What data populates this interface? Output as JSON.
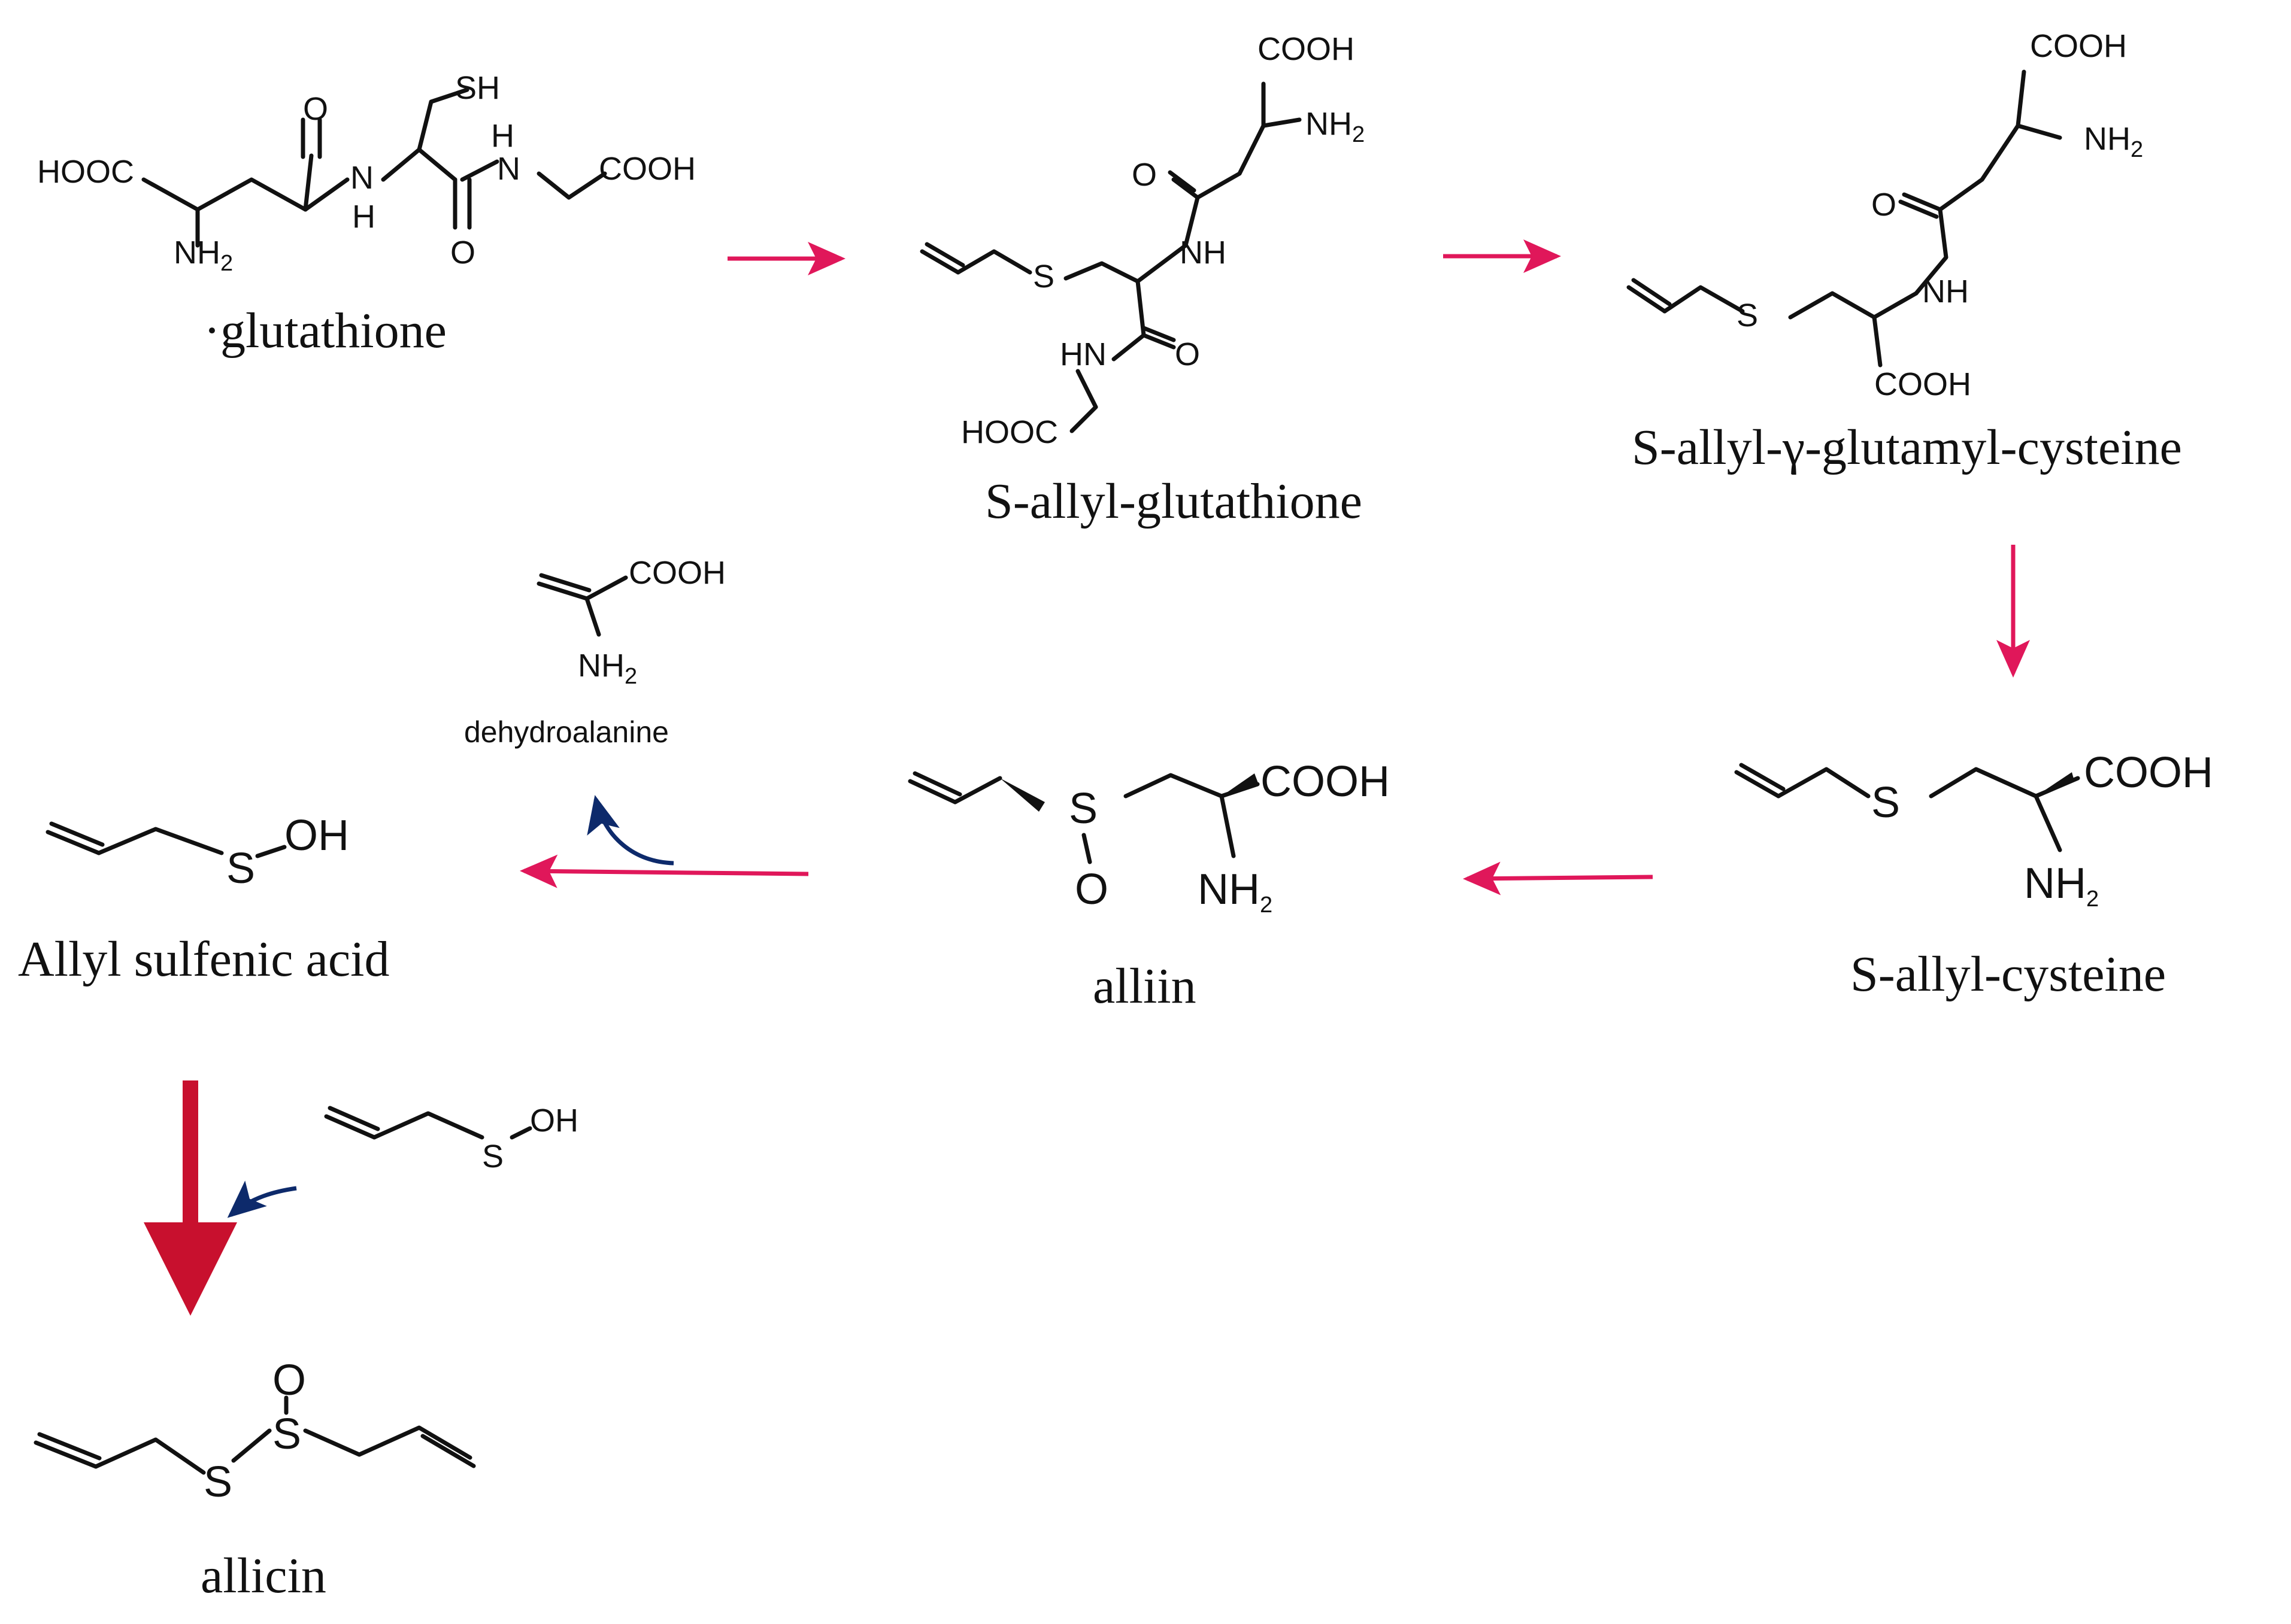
{
  "compounds": {
    "glutathione": {
      "name": "·glutathione",
      "atoms": {
        "hooc": "HOOC",
        "nh2_n": "NH",
        "nh2_2": "2",
        "o1": "O",
        "n_h": "N",
        "h_lower": "H",
        "sh": "SH",
        "h_upper": "H",
        "n2": "N",
        "o2": "O",
        "cooh": "COOH"
      }
    },
    "s_allyl_glutathione": {
      "name": "S-allyl-glutathione",
      "atoms": {
        "s": "S",
        "cooh": "COOH",
        "nh2_n": "NH",
        "nh2_2": "2",
        "o": "O",
        "nh": "NH",
        "hn": "HN",
        "o2": "O",
        "hooc": "HOOC"
      }
    },
    "s_allyl_gamma_glutamyl_cysteine": {
      "name": "S-allyl-γ-glutamyl-cysteine",
      "atoms": {
        "s": "S",
        "cooh_top": "COOH",
        "nh2_n": "NH",
        "nh2_2": "2",
        "o": "O",
        "nh": "NH",
        "cooh_bottom": "COOH"
      }
    },
    "s_allyl_cysteine": {
      "name": "S-allyl-cysteine",
      "atoms": {
        "s": "S",
        "cooh": "COOH",
        "nh2_n": "NH",
        "nh2_2": "2"
      }
    },
    "alliin": {
      "name": "alliin",
      "atoms": {
        "s": "S",
        "o": "O",
        "cooh": "COOH",
        "nh2_n": "NH",
        "nh2_2": "2"
      }
    },
    "dehydroalanine": {
      "name": "dehydroalanine",
      "atoms": {
        "cooh": "COOH",
        "nh2_n": "NH",
        "nh2_2": "2"
      }
    },
    "allyl_sulfenic_acid": {
      "name": "Allyl sulfenic acid",
      "atoms": {
        "s": "S",
        "oh": "OH"
      }
    },
    "allyl_sulfenic_acid_reagent": {
      "atoms": {
        "s": "S",
        "oh": "OH"
      }
    },
    "allicin": {
      "name": "allicin",
      "atoms": {
        "o": "O",
        "s1": "S",
        "s2": "S"
      }
    }
  },
  "colors": {
    "arrow_pink": "#e0175a",
    "arrow_red": "#c8102e",
    "arrow_navy": "#0d2a6b",
    "structure": "#111111"
  }
}
